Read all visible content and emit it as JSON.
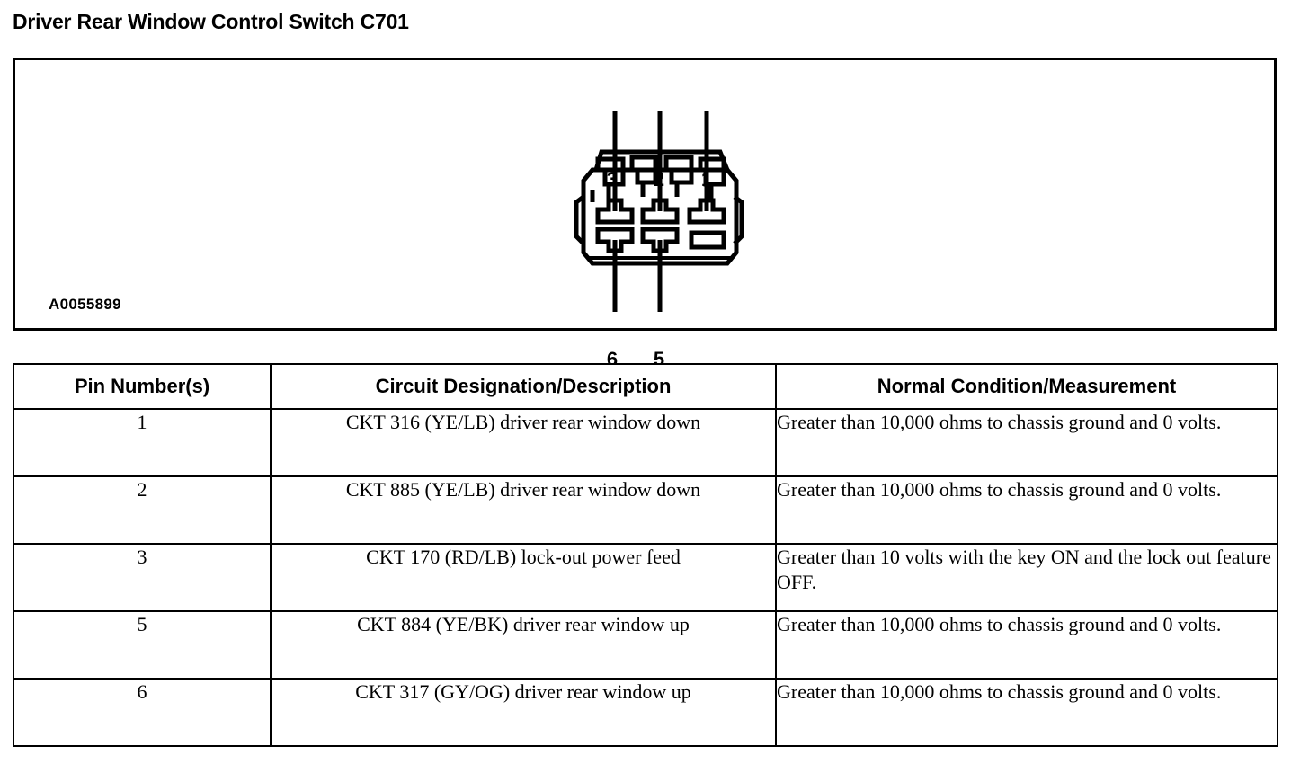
{
  "title": "Driver Rear Window Control Switch C701",
  "diagram": {
    "reference_code": "A0055899",
    "connector_type": "6-cavity wiring harness connector, front view",
    "pin_labels_top": [
      "3",
      "2",
      "1"
    ],
    "pin_labels_bottom": [
      "6",
      "5"
    ],
    "empty_cavity_position": "4"
  },
  "table": {
    "headers": {
      "pin": "Pin Number(s)",
      "circuit": "Circuit Designation/Description",
      "normal": "Normal Condition/Measurement"
    },
    "rows": [
      {
        "pin": "1",
        "circuit": "CKT 316 (YE/LB) driver rear window down",
        "normal": "Greater than 10,000 ohms to chassis ground and 0 volts."
      },
      {
        "pin": "2",
        "circuit": "CKT 885 (YE/LB) driver rear window down",
        "normal": "Greater than 10,000 ohms to chassis ground and 0 volts."
      },
      {
        "pin": "3",
        "circuit": "CKT 170 (RD/LB) lock-out power feed",
        "normal": "Greater than 10 volts with the key ON and the lock out feature OFF."
      },
      {
        "pin": "5",
        "circuit": "CKT 884 (YE/BK) driver rear window up",
        "normal": "Greater than 10,000 ohms to chassis ground and 0 volts."
      },
      {
        "pin": "6",
        "circuit": "CKT 317 (GY/OG) driver rear window up",
        "normal": "Greater than 10,000 ohms to chassis ground and 0 volts."
      }
    ]
  },
  "colors": {
    "ink": "#000000",
    "paper": "#ffffff"
  }
}
